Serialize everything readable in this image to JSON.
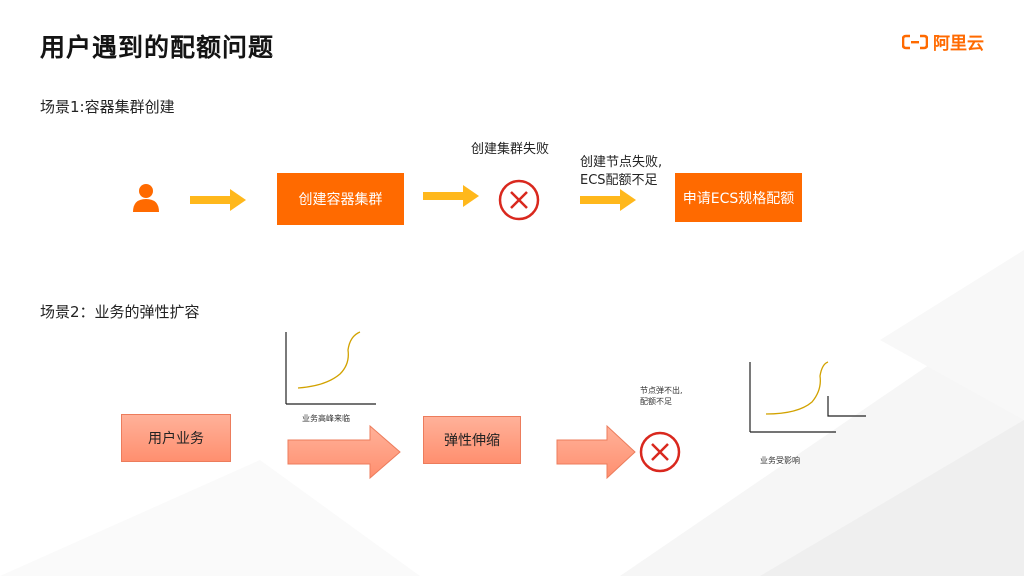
{
  "slide": {
    "title": "用户遇到的配额问题",
    "logo_text": "阿里云"
  },
  "scene1": {
    "label": "场景1:容器集群创建",
    "user_icon": "user-icon",
    "create_cluster_box": "创建容器集群",
    "cluster_fail_text": "创建集群失败",
    "node_fail_text_line1": "创建节点失败,",
    "node_fail_text_line2": "ECS配额不足",
    "apply_quota_box": "申请ECS规格配额"
  },
  "scene2": {
    "label": "场景2：业务的弹性扩容",
    "user_business_box": "用户业务",
    "peak_chart_caption": "业务高峰来临",
    "elastic_scaling_box": "弹性伸缩",
    "node_fail_text_line1": "节点弹不出,",
    "node_fail_text_line2": "配额不足",
    "impact_chart_caption": "业务受影响"
  },
  "colors": {
    "accent": "#ff6a00",
    "arrow_yellow": "#ffb81c",
    "fail_red": "#d9281e",
    "salmon": "#ff9e80"
  }
}
